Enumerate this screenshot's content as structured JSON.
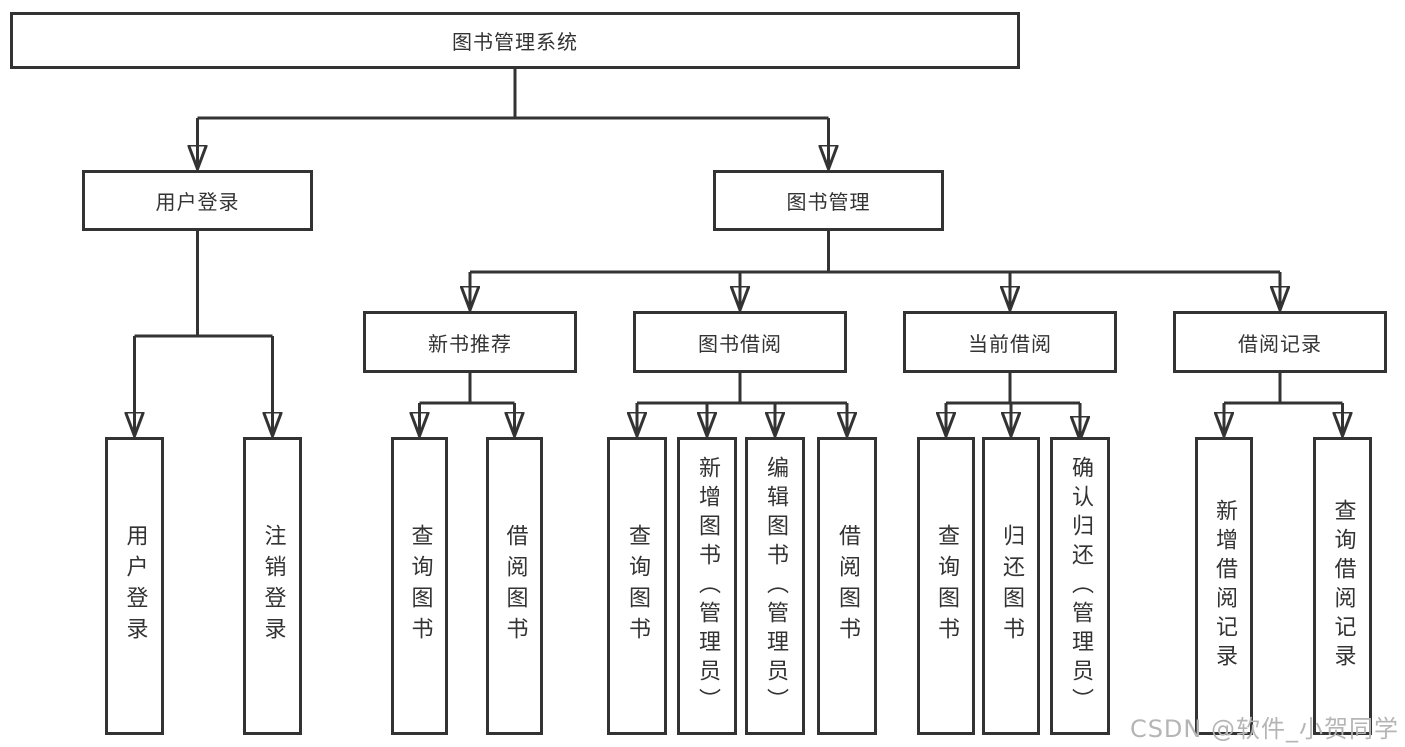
{
  "diagram": {
    "type": "hierarchy-tree",
    "colors": {
      "line": "#333333",
      "box_border": "#333333",
      "box_fill": "#ffffff",
      "text": "#333333",
      "watermark": "#b5b5b5"
    },
    "tree": {
      "root": {
        "label": "图书管理系统"
      },
      "branches": [
        {
          "label": "用户登录",
          "children": [
            {
              "label": "用户登录"
            },
            {
              "label": "注销登录"
            }
          ]
        },
        {
          "label": "图书管理",
          "children": [
            {
              "label": "新书推荐",
              "children": [
                {
                  "label": "查询图书"
                },
                {
                  "label": "借阅图书"
                }
              ]
            },
            {
              "label": "图书借阅",
              "children": [
                {
                  "label": "查询图书"
                },
                {
                  "label": "新增图书（管理员）"
                },
                {
                  "label": "编辑图书（管理员）"
                },
                {
                  "label": "借阅图书"
                }
              ]
            },
            {
              "label": "当前借阅",
              "children": [
                {
                  "label": "查询图书"
                },
                {
                  "label": "归还图书"
                },
                {
                  "label": "确认归还（管理员）"
                }
              ]
            },
            {
              "label": "借阅记录",
              "children": [
                {
                  "label": "新增借阅记录"
                },
                {
                  "label": "查询借阅记录"
                }
              ]
            }
          ]
        }
      ]
    },
    "watermark": {
      "label": "CSDN @软件_小贺同学"
    }
  }
}
